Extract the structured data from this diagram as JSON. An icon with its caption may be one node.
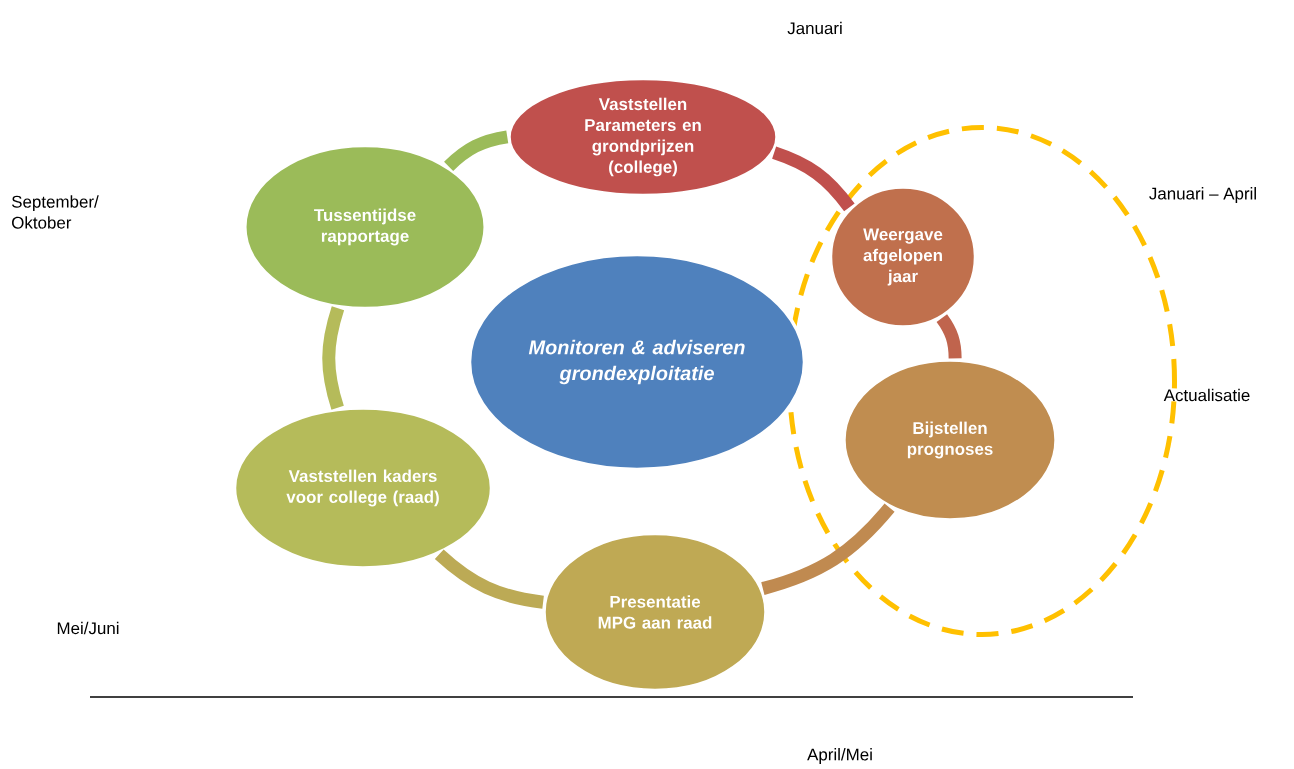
{
  "diagram": {
    "nodes": [
      {
        "text": [
          "Vaststellen Parameters en grondprijzen (college)"
        ]
      },
      {
        "text": [
          "Actualisatie"
        ]
      },
      {
        "text": [
          "Weergave afgelopen jaar"
        ],
        "in": 1
      },
      {
        "text": [
          "Bijstellen prognoses"
        ],
        "in": 1
      },
      {
        "text": [
          "Presentatie MPG aan raad"
        ]
      },
      {
        "text": [
          "Vaststellen kaders voor college (raad)"
        ]
      },
      {
        "text": [
          "Tussentijdse rapportage"
        ]
      },
      {
        "text": [
          "Monitoren & adviseren grondexploitatie"
        ]
      }
    ],
    "edges": [
      {
        "from": 0,
        "to": 2,
        "arrow": "none",
        "color": "#c0504d"
      },
      {
        "from": 2,
        "to": 3,
        "arrow": "none",
        "color": "#c0644d"
      },
      {
        "from": 3,
        "to": 4,
        "arrow": "none",
        "color": "#c08a50"
      },
      {
        "from": 4,
        "to": 5,
        "arrow": "none",
        "color": "#bcaa55"
      },
      {
        "from": 5,
        "to": 6,
        "arrow": "none",
        "color": "#b5bb5a"
      },
      {
        "from": 6,
        "to": 0,
        "arrow": "none",
        "color": "#9bbb59"
      }
    ],
    "labels": [
      "Januari",
      "Januari – April",
      "September/ Oktober",
      "Mei/Juni",
      "April/Mei"
    ]
  }
}
